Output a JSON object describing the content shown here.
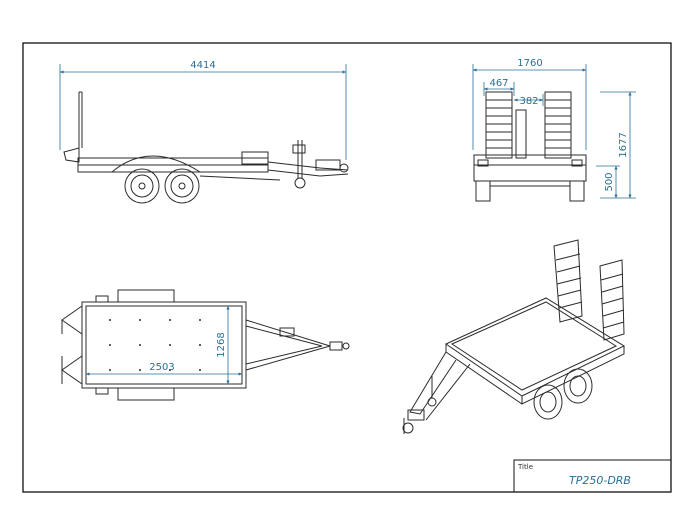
{
  "drawing": {
    "dimensions": {
      "side_length": "4414",
      "rear_width": "1760",
      "ramp_width": "467",
      "ramp_gap": "382",
      "overall_height": "1677",
      "deck_height": "500",
      "deck_length": "2503",
      "deck_width": "1268"
    },
    "title_block": {
      "label": "Title",
      "value": "TP250-DRB"
    },
    "colors": {
      "line": "#2b2b2b",
      "dimension": "#2a6f96",
      "frame": "#111111"
    }
  }
}
